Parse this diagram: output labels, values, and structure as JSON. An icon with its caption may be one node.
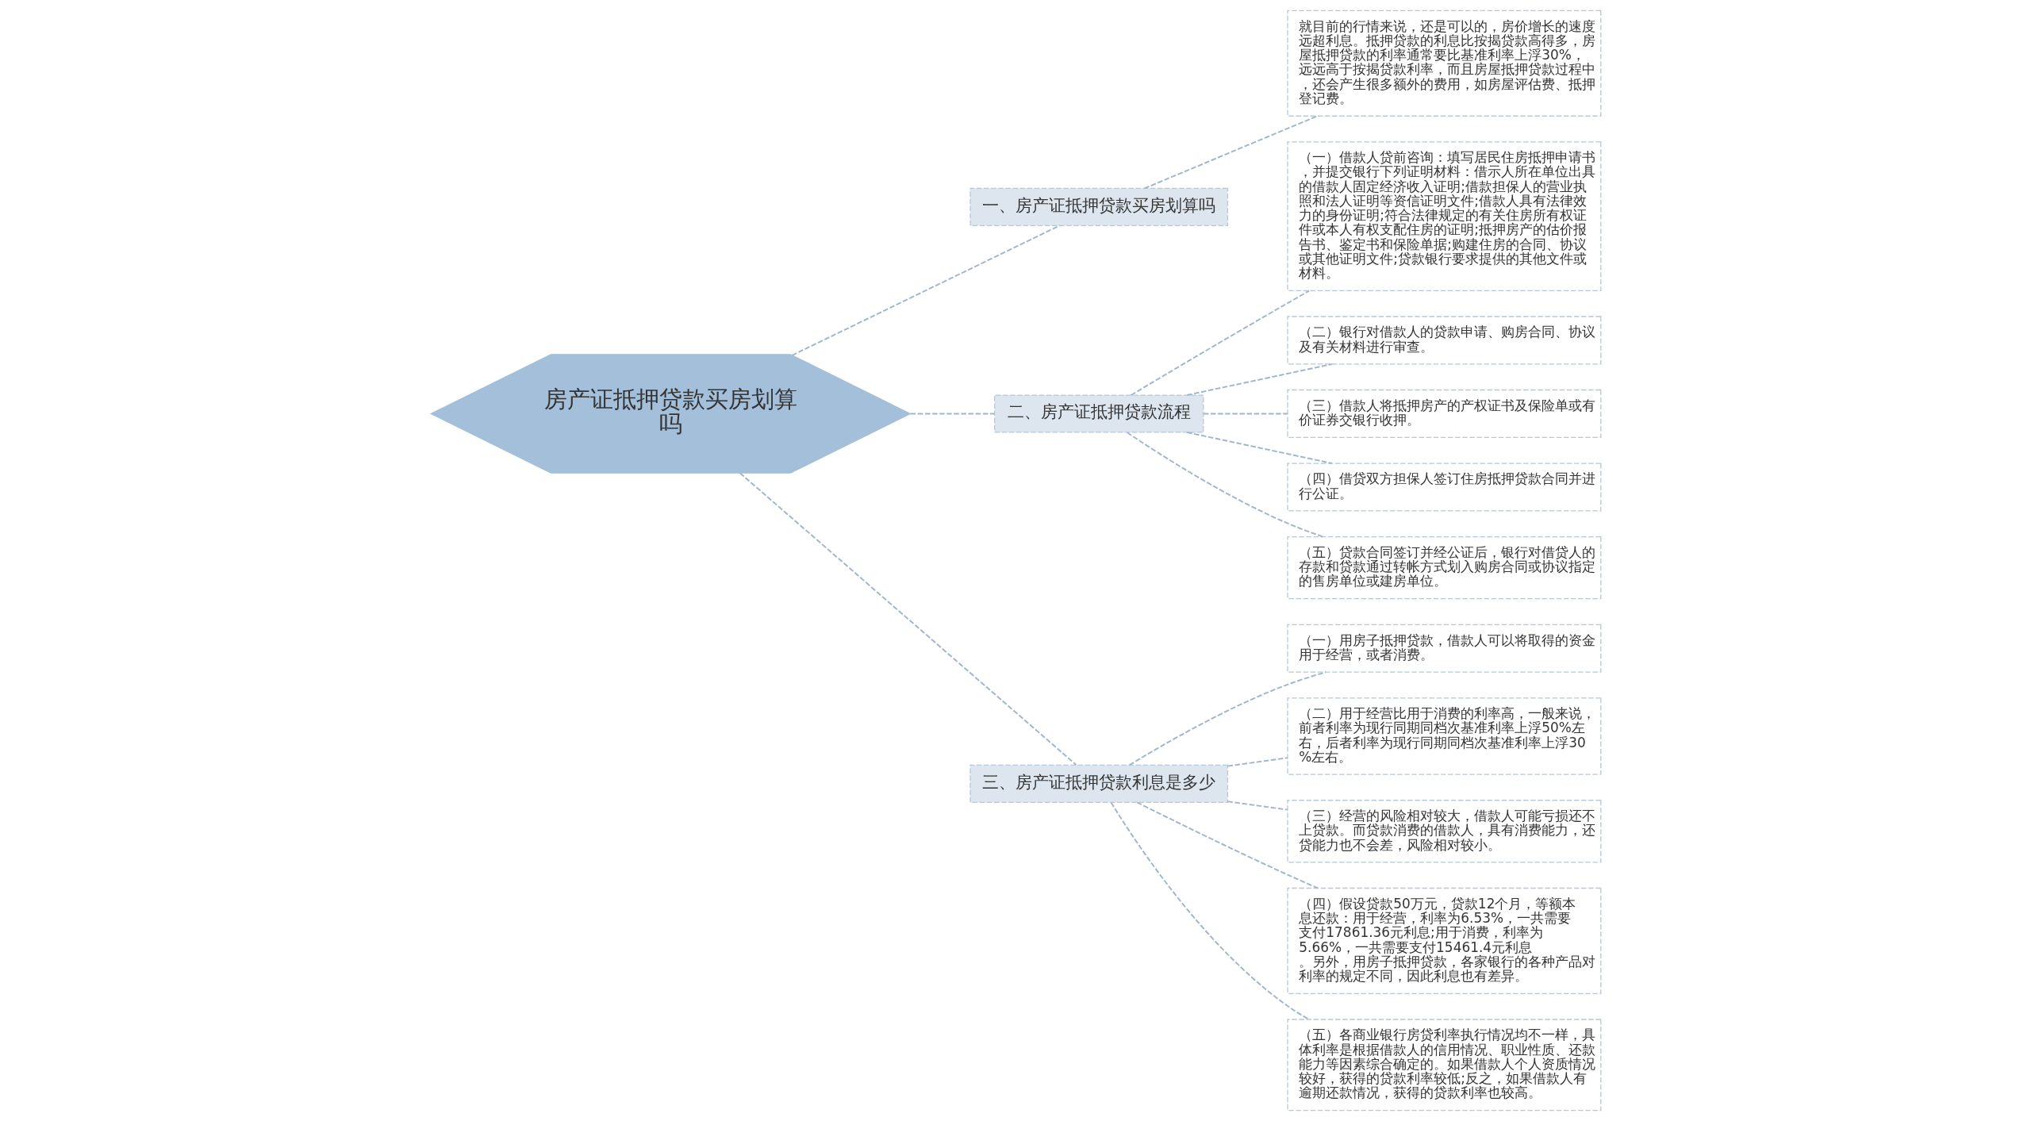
{
  "diagram": {
    "nodes": [
      {
        "text": [
          "房产证抵押贷款买房划算吗"
        ]
      },
      {
        "text": [
          "一、房产证抵押贷款买房划算吗"
        ]
      },
      {
        "text": [
          "就目前的行情来说，还是可以的，房价增长的速度远超利息。抵押贷款的利息比按揭贷款高得多，房屋抵押贷款的利率通常要比基准利率上浮30%，远远高于按揭贷款利率，而且房屋抵押贷款过程中，还会产生很多额外的费用，如房屋评估费、抵押登记费。"
        ]
      },
      {
        "text": [
          "二、房产证抵押贷款流程"
        ]
      },
      {
        "text": [
          "（一）借款人贷前咨询：填写居民住房抵押申请书，并提交银行下列证明材料：借示人所在单位出具的借款人固定经济收入证明;借款担保人的营业执照和法人证明等资信证明文件;借款人具有法律效力的身份证明;符合法律规定的有关住房所有权证件或本人有权支配住房的证明;抵押房产的估价报告书、鉴定书和保险单据;购建住房的合同、协议或其他证明文件;贷款银行要求提供的其他文件或材料。"
        ]
      },
      {
        "text": [
          "（二）银行对借款人的贷款申请、购房合同、协议及有关材料进行审查。"
        ]
      },
      {
        "text": [
          "（三）借款人将抵押房产的产权证书及保险单或有价证券交银行收押。"
        ]
      },
      {
        "text": [
          "（四）借贷双方担保人签订住房抵押贷款合同并进行公证。"
        ]
      },
      {
        "text": [
          "（五）贷款合同签订并经公证后，银行对借贷人的存款和贷款通过转帐方式划入购房合同或协议指定的售房单位或建房单位。"
        ]
      },
      {
        "text": [
          "三、房产证抵押贷款利息是多少"
        ]
      },
      {
        "text": [
          "（一）用房子抵押贷款，借款人可以将取得的资金用于经营，或者消费。"
        ]
      },
      {
        "text": [
          "（二）用于经营比用于消费的利率高，一般来说，前者利率为现行同期同档次基准利率上浮50%左右，后者利率为现行同期同档次基准利率上浮30%左右。"
        ]
      },
      {
        "text": [
          "（三）经营的风险相对较大，借款人可能亏损还不上贷款。而贷款消费的借款人，具有消费能力，还贷能力也不会差，风险相对较小。"
        ]
      },
      {
        "text": [
          "（四）假设贷款50万元，贷款12个月，等额本息还款：用于经营，利率为6.53%，一共需要支付17861.36元利息;用于消费，利率为5.66%，一共需要支付15461.4元利息。另外，用房子抵押贷款，各家银行的各种产品对利率的规定不同，因此利息也有差异。"
        ]
      },
      {
        "text": [
          "（五）各商业银行房贷利率执行情况均不一样，具体利率是根据借款人的信用情况、职业性质、还款能力等因素综合确定的。如果借款人个人资质情况较好，获得的贷款利率较低;反之，如果借款人有逾期还款情况，获得的贷款利率也较高。"
        ]
      }
    ],
    "edges": [
      {
        "from": 0,
        "to": 1,
        "arrow": "none",
        "style": "dashed"
      },
      {
        "from": 1,
        "to": 2,
        "arrow": "none",
        "style": "dashed"
      },
      {
        "from": 0,
        "to": 3,
        "arrow": "none",
        "style": "dashed"
      },
      {
        "from": 3,
        "to": 4,
        "arrow": "none",
        "style": "dashed"
      },
      {
        "from": 3,
        "to": 5,
        "arrow": "none",
        "style": "dashed"
      },
      {
        "from": 3,
        "to": 6,
        "arrow": "none",
        "style": "dashed"
      },
      {
        "from": 3,
        "to": 7,
        "arrow": "none",
        "style": "dashed"
      },
      {
        "from": 3,
        "to": 8,
        "arrow": "none",
        "style": "dashed"
      },
      {
        "from": 0,
        "to": 9,
        "arrow": "none",
        "style": "dashed"
      },
      {
        "from": 9,
        "to": 10,
        "arrow": "none",
        "style": "dashed"
      },
      {
        "from": 9,
        "to": 11,
        "arrow": "none",
        "style": "dashed"
      },
      {
        "from": 9,
        "to": 12,
        "arrow": "none",
        "style": "dashed"
      },
      {
        "from": 9,
        "to": 13,
        "arrow": "none",
        "style": "dashed"
      },
      {
        "from": 9,
        "to": 14,
        "arrow": "none",
        "style": "dashed"
      }
    ]
  }
}
